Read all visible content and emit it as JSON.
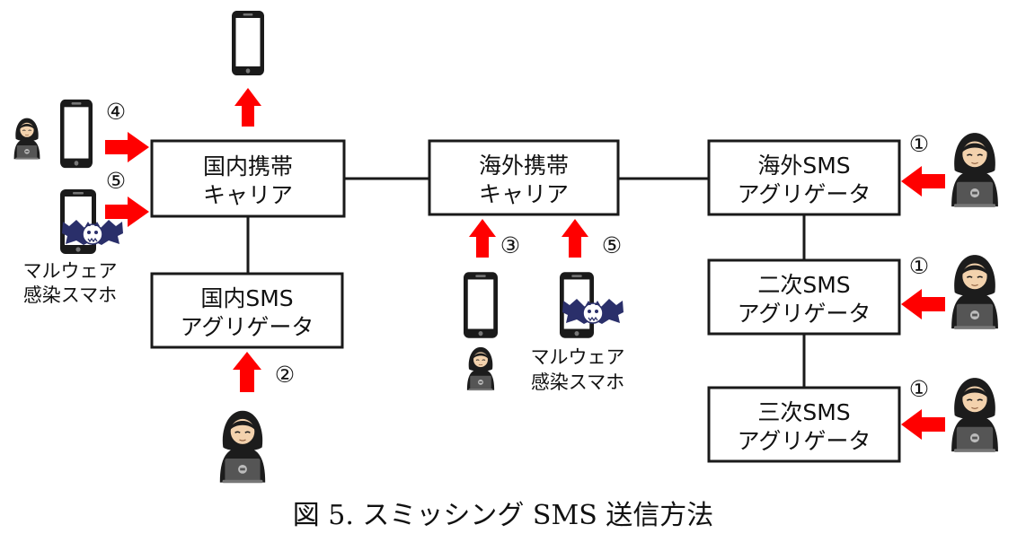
{
  "boxes": {
    "domestic_carrier": {
      "line1": "国内携帯",
      "line2": "キャリア"
    },
    "overseas_carrier": {
      "line1": "海外携帯",
      "line2": "キャリア"
    },
    "overseas_aggregator": {
      "line1": "海外SMS",
      "line2": "アグリゲータ"
    },
    "domestic_aggregator": {
      "line1": "国内SMS",
      "line2": "アグリゲータ"
    },
    "secondary_aggregator": {
      "line1": "二次SMS",
      "line2": "アグリゲータ"
    },
    "tertiary_aggregator": {
      "line1": "三次SMS",
      "line2": "アグリゲータ"
    }
  },
  "markers": {
    "m1_overseas": "①",
    "m1_secondary": "①",
    "m1_tertiary": "①",
    "m2": "②",
    "m3": "③",
    "m4": "④",
    "m5_left": "⑤",
    "m5_center": "⑤"
  },
  "labels": {
    "malware_left_line1": "マルウェア",
    "malware_left_line2": "感染スマホ",
    "malware_center_line1": "マルウェア",
    "malware_center_line2": "感染スマホ"
  },
  "caption": "図 5. スミッシング SMS 送信方法",
  "colors": {
    "arrow": "#ff0000",
    "box_border": "#1a1a1a",
    "hood": "#1c1c1c",
    "face": "#f3d2ad",
    "laptop": "#555555"
  }
}
